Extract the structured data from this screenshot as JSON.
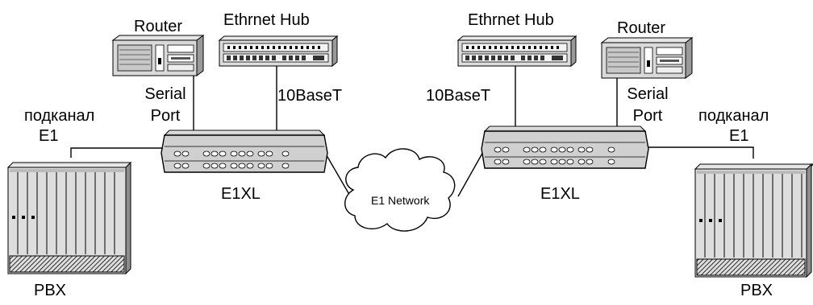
{
  "labels": {
    "router_left": "Router",
    "hub_left": "Ethrnet Hub",
    "serial_left_1": "Serial",
    "serial_left_2": "Port",
    "tenbase_left": "10BaseT",
    "subchannel_left_1": "подканал",
    "subchannel_left_2": "E1",
    "e1xl_left": "E1XL",
    "pbx_left": "PBX",
    "network": "E1 Network",
    "hub_right": "Ethrnet Hub",
    "router_right": "Router",
    "tenbase_right": "10BaseT",
    "serial_right_1": "Serial",
    "serial_right_2": "Port",
    "subchannel_right_1": "подканал",
    "subchannel_right_2": "E1",
    "e1xl_right": "E1XL",
    "pbx_right": "PBX"
  }
}
